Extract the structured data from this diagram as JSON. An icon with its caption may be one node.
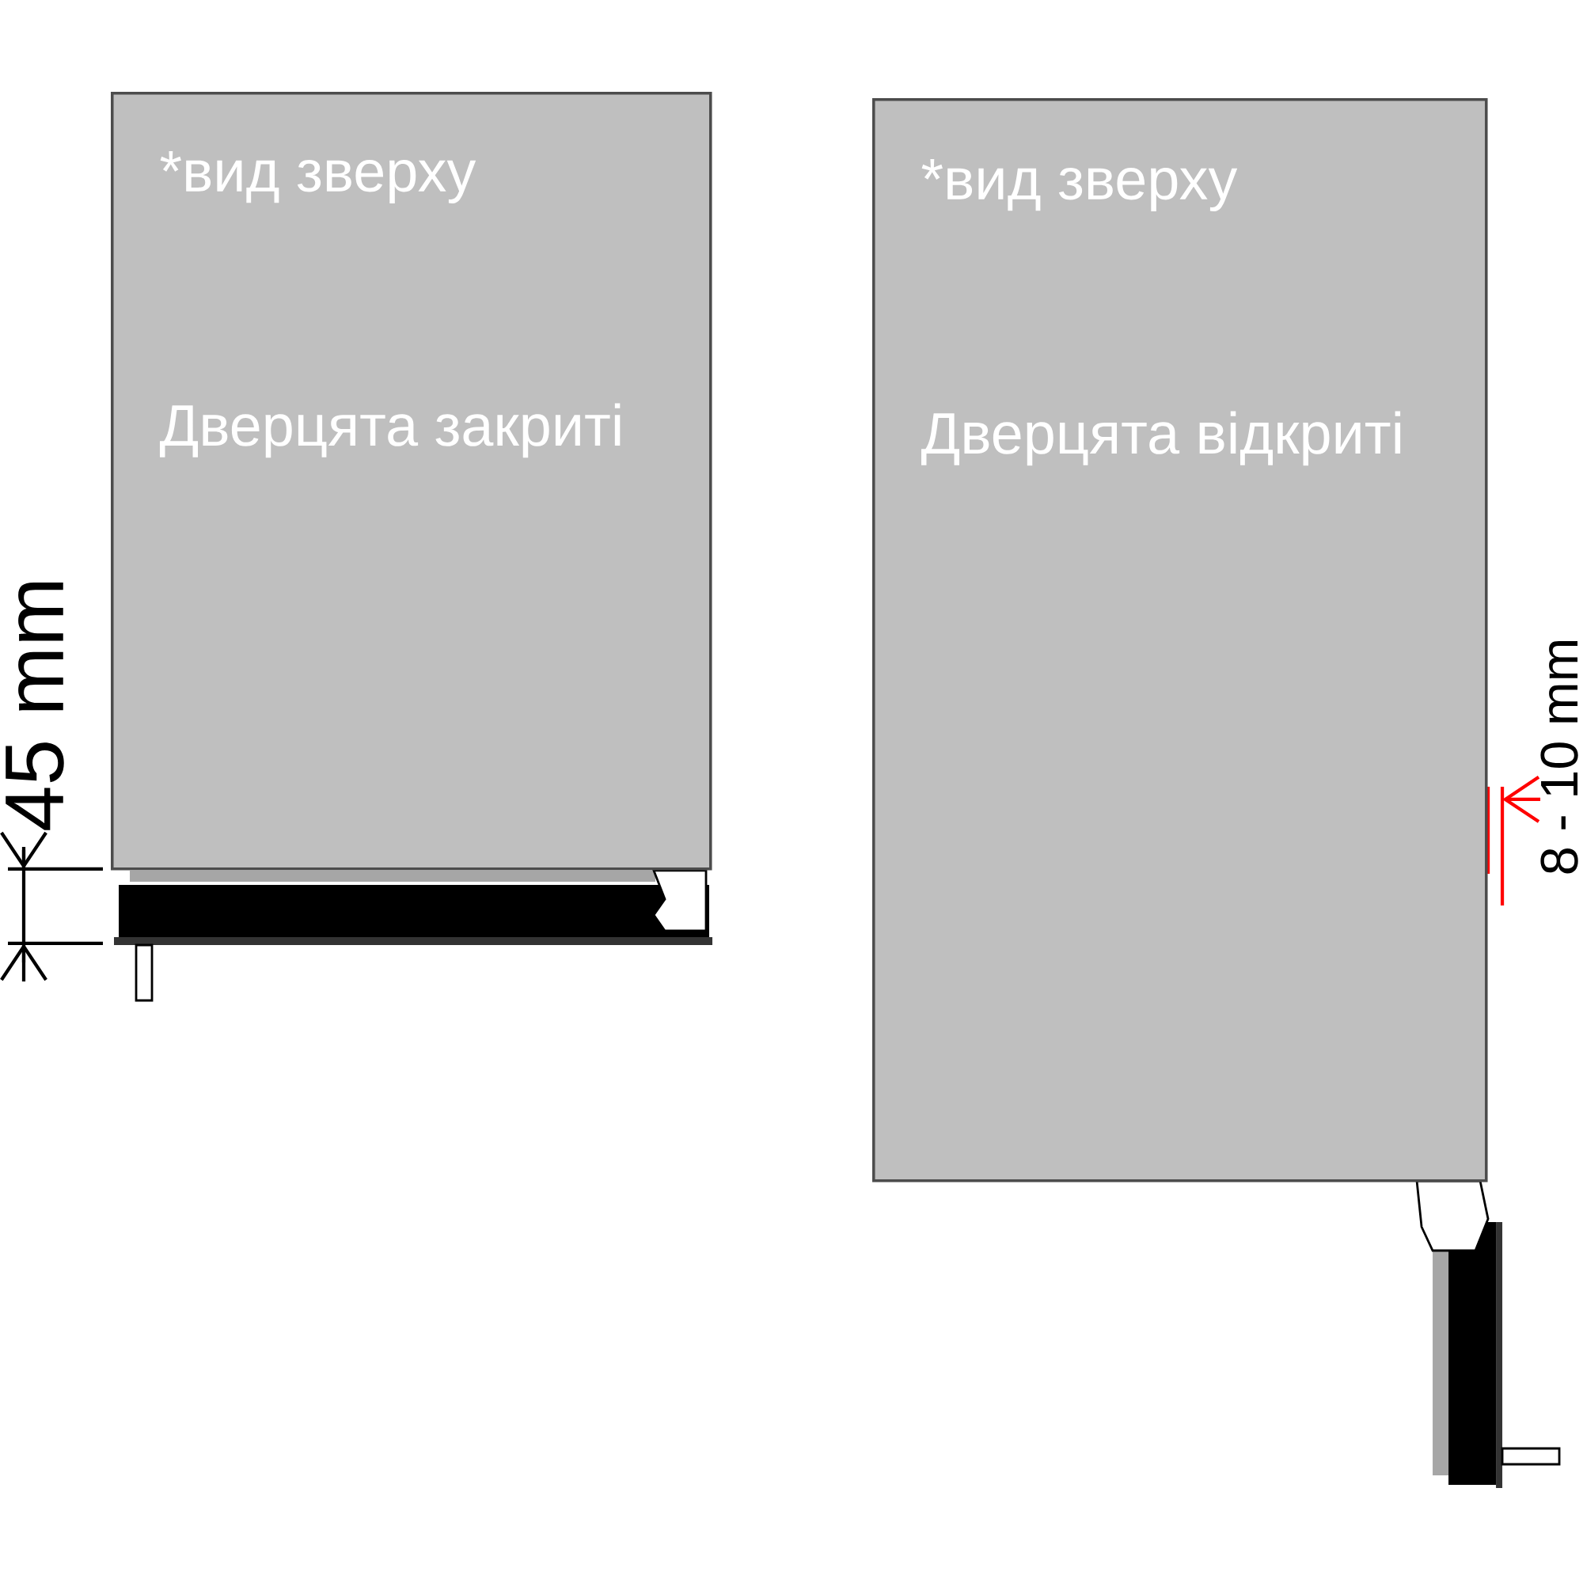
{
  "diagram": {
    "nodes": [
      {
        "text": [
          "*вид зверху",
          "Дверцята закриті"
        ]
      },
      {
        "text": [
          "*вид зверху",
          "Дверцята відкриті"
        ]
      }
    ],
    "labels": [
      "45 mm",
      "8 - 10 mm"
    ]
  }
}
